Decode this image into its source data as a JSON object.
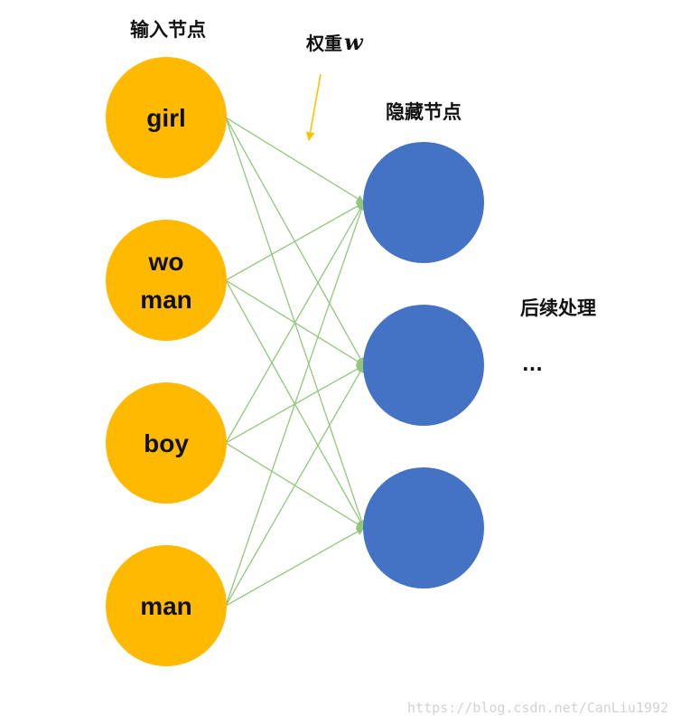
{
  "labels": {
    "input_nodes": "输入节点",
    "weight": "权重",
    "weight_symbol": "w",
    "hidden_nodes": "隐藏节点",
    "post_processing": "后续处理",
    "ellipsis": "..."
  },
  "input_nodes": [
    {
      "id": "girl",
      "lines": [
        "girl"
      ]
    },
    {
      "id": "woman",
      "lines": [
        "wo",
        "man"
      ]
    },
    {
      "id": "boy",
      "lines": [
        "boy"
      ]
    },
    {
      "id": "man",
      "lines": [
        "man"
      ]
    }
  ],
  "hidden_nodes": [
    {
      "id": "h1"
    },
    {
      "id": "h2"
    },
    {
      "id": "h3"
    }
  ],
  "connections": "fully-connected",
  "colors": {
    "input_node": "#ffb900",
    "hidden_node": "#4472c4",
    "edge": "#92c77b",
    "weight_arrow": "#ffc000",
    "text": "#111111",
    "watermark": "#d2d2d2"
  },
  "watermark": "https://blog.csdn.net/CanLiu1992"
}
